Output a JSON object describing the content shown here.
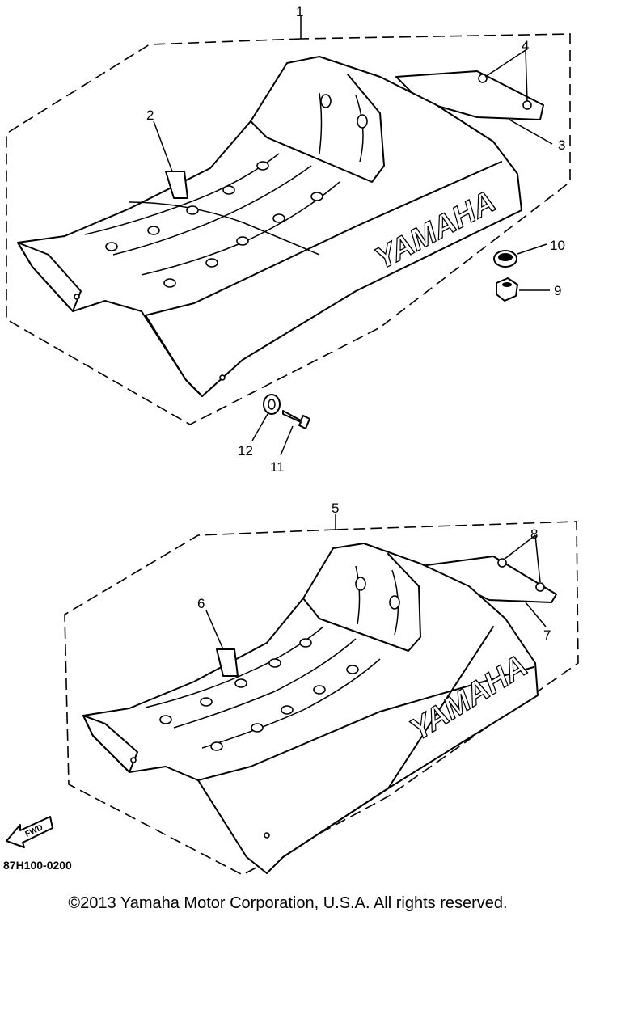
{
  "brand_text": "YAMAHA",
  "fwd_text": "FWD",
  "doc_code": "87H100-0200",
  "copyright": "©2013 Yamaha Motor Corporation, U.S.A. All rights reserved.",
  "callouts": {
    "c1": "1",
    "c2": "2",
    "c3": "3",
    "c4": "4",
    "c5": "5",
    "c6": "6",
    "c7": "7",
    "c8": "8",
    "c9": "9",
    "c10": "10",
    "c11": "11",
    "c12": "12"
  }
}
